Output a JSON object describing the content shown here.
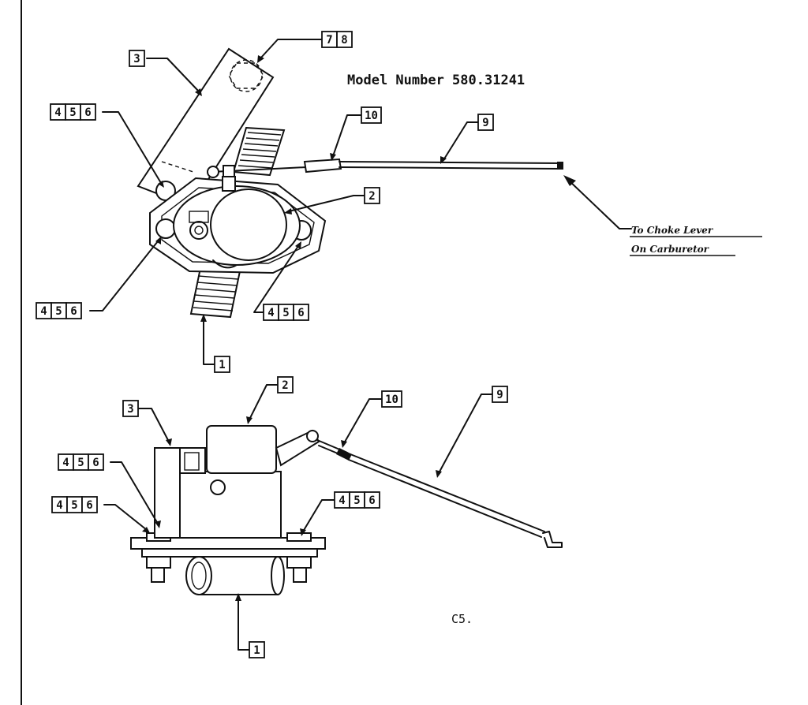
{
  "title": "Model Number 580.31241",
  "page_code": "C5.",
  "note_lines": [
    "To Choke Lever",
    "On Carburetor"
  ],
  "callouts": {
    "top_7_8": [
      "7",
      "8"
    ],
    "top_3": [
      "3"
    ],
    "top_456_left": [
      "4",
      "5",
      "6"
    ],
    "top_10": [
      "10"
    ],
    "top_9": [
      "9"
    ],
    "top_2": [
      "2"
    ],
    "top_456_lower_left": [
      "4",
      "5",
      "6"
    ],
    "top_456_lower_right": [
      "4",
      "5",
      "6"
    ],
    "top_1": [
      "1"
    ],
    "bot_2": [
      "2"
    ],
    "bot_3": [
      "3"
    ],
    "bot_10": [
      "10"
    ],
    "bot_9": [
      "9"
    ],
    "bot_456_a": [
      "4",
      "5",
      "6"
    ],
    "bot_456_b": [
      "4",
      "5",
      "6"
    ],
    "bot_456_right": [
      "4",
      "5",
      "6"
    ],
    "bot_1": [
      "1"
    ]
  }
}
